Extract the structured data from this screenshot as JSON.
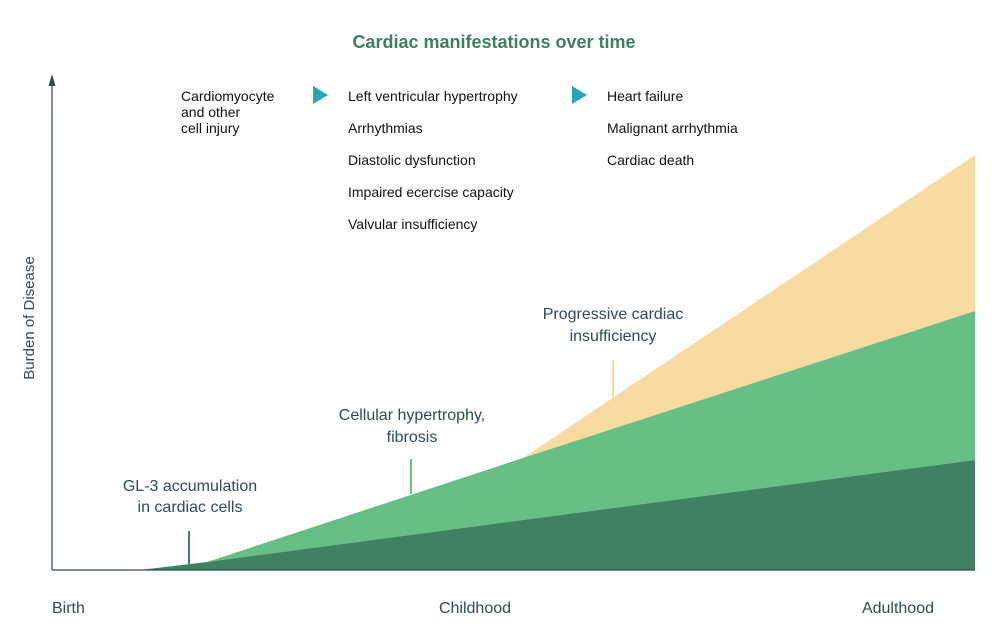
{
  "title": "Cardiac manifestations over time",
  "colors": {
    "title": "#3e7f62",
    "axis": "#2f4a5a",
    "text_dark": "#2f4a5a",
    "arrow": "#27a5b5",
    "band_dark": "#3f8160",
    "band_mid": "#66c085",
    "band_light": "#f8dba1"
  },
  "y_axis_label": "Burden of Disease",
  "x_axis_labels": {
    "start": "Birth",
    "middle": "Childhood",
    "end": "Adulthood"
  },
  "progression": {
    "col1": [
      "Cardiomyocyte",
      "and other",
      "cell injury"
    ],
    "col2": [
      "Left ventricular hypertrophy",
      "Arrhythmias",
      "Diastolic dysfunction",
      "Impaired ecercise capacity",
      "Valvular insufficiency"
    ],
    "col3": [
      "Heart failure",
      "Malignant arrhythmia",
      "Cardiac death"
    ],
    "arrow_icon": "play-triangle-icon"
  },
  "stages": [
    {
      "line1": "GL-3 accumulation",
      "line2": "in cardiac cells",
      "band": "dark"
    },
    {
      "line1": "Cellular hypertrophy,",
      "line2": "fibrosis",
      "band": "mid"
    },
    {
      "line1": "Progressive cardiac",
      "line2": "insufficiency",
      "band": "light"
    }
  ]
}
